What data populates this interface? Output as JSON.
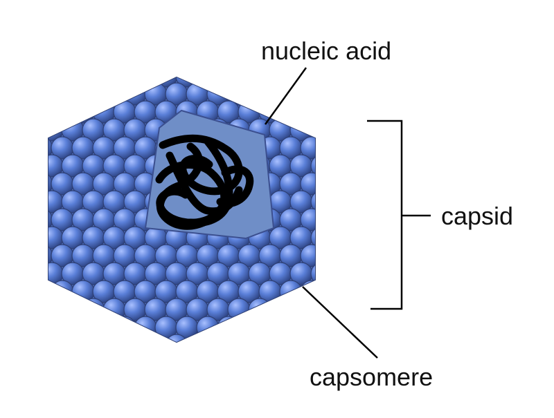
{
  "labels": {
    "nucleic_acid": "nucleic acid",
    "capsid": "capsid",
    "capsomere": "capsomere"
  },
  "colors": {
    "background": "#ffffff",
    "capsomere_fill": "#5a7fd8",
    "capsomere_stroke": "#2e3f73",
    "core_fill": "#6f8ec7",
    "nucleic_acid": "#000000",
    "lines": "#000000"
  }
}
